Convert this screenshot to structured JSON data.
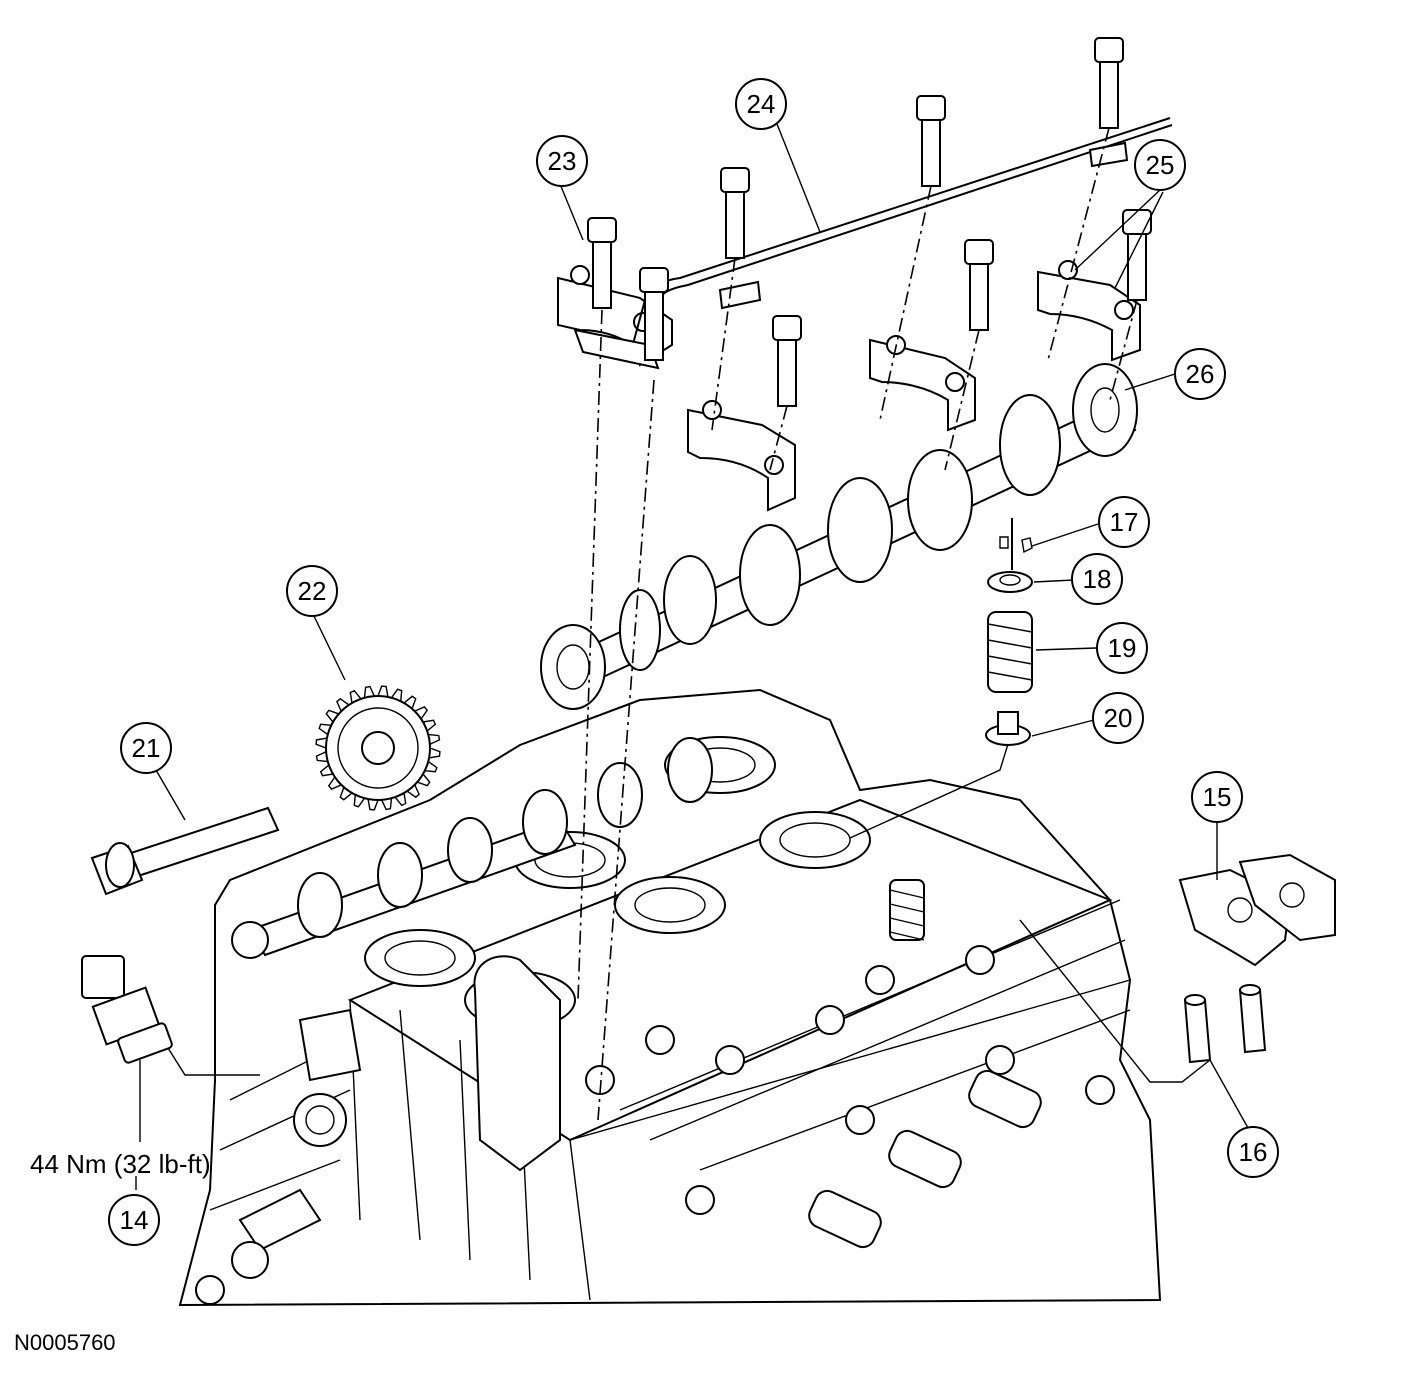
{
  "figure_id": "N0005760",
  "torque_note": "44 Nm (32 lb-ft)",
  "callouts": [
    {
      "key": "14",
      "label": "14"
    },
    {
      "key": "15",
      "label": "15"
    },
    {
      "key": "16",
      "label": "16"
    },
    {
      "key": "17",
      "label": "17"
    },
    {
      "key": "18",
      "label": "18"
    },
    {
      "key": "19",
      "label": "19"
    },
    {
      "key": "20",
      "label": "20"
    },
    {
      "key": "21",
      "label": "21"
    },
    {
      "key": "22",
      "label": "22"
    },
    {
      "key": "23",
      "label": "23"
    },
    {
      "key": "24",
      "label": "24"
    },
    {
      "key": "25",
      "label": "25"
    },
    {
      "key": "26",
      "label": "26"
    }
  ]
}
